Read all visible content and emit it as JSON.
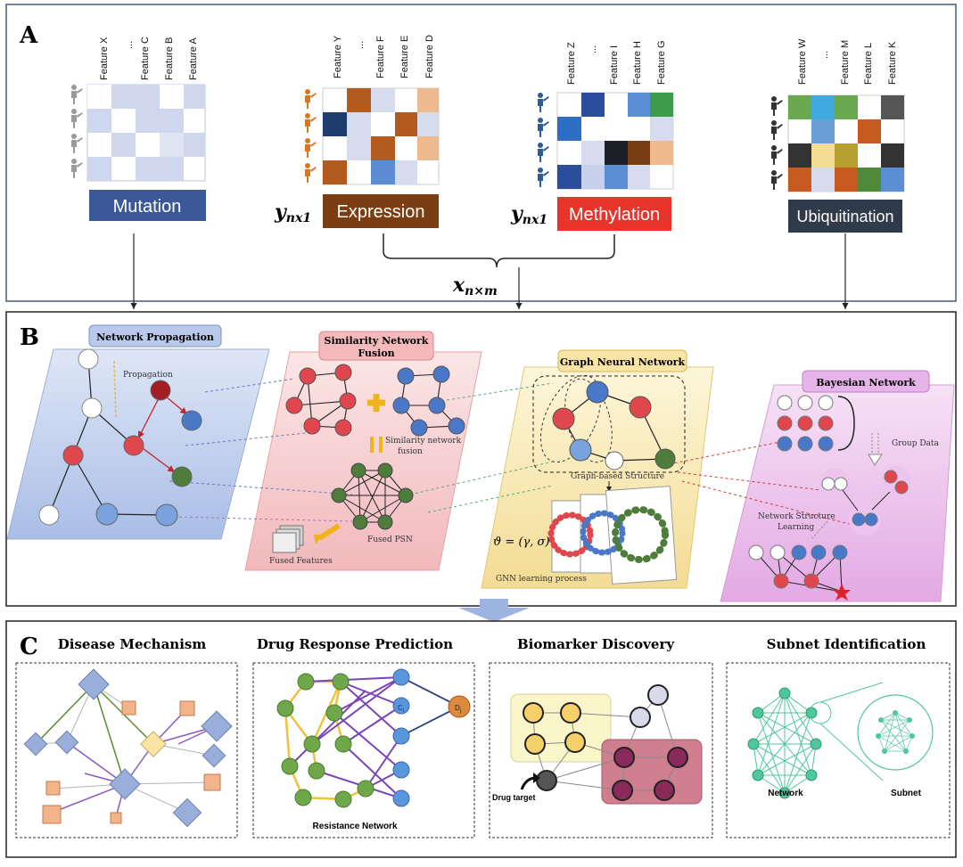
{
  "panel_a": {
    "letter": "A",
    "omics": [
      {
        "name": "Mutation",
        "features": [
          "Feature X",
          "...",
          "Feature C",
          "Feature B",
          "Feature A"
        ],
        "label_color": "#3b5998"
      },
      {
        "name": "Expression",
        "features": [
          "Feature Y",
          "...",
          "Feature F",
          "Feature E",
          "Feature D"
        ],
        "label_color": "#7a3e12",
        "target": "y_nx1"
      },
      {
        "name": "Methylation",
        "features": [
          "Feature Z",
          "...",
          "Feature I",
          "Feature H",
          "Feature G"
        ],
        "label_color": "#e8342b",
        "target": "y_nx1"
      },
      {
        "name": "Ubiquitination",
        "features": [
          "Feature W",
          "...",
          "Feature M",
          "Feature L",
          "Feature K"
        ],
        "label_color": "#2f3a4a"
      }
    ],
    "y_label_1": "y",
    "y_sub_1": "nx1",
    "y_label_2": "y",
    "y_sub_2": "nx1",
    "x_label": "x",
    "x_sub": "n×m"
  },
  "panel_b": {
    "letter": "B",
    "sections": {
      "propagation": {
        "title": "Network Propagation",
        "note": "Propagation"
      },
      "snf": {
        "title_line1": "Similarity Network",
        "title_line2": "Fusion",
        "note_line1": "Similarity network",
        "note_line2": "fusion",
        "fused_psn": "Fused PSN",
        "fused_features": "Fused Features"
      },
      "gnn": {
        "title": "Graph Neural Network",
        "structure": "Graph-based Structure",
        "formula": "ϑ = (γ, σ)",
        "process": "GNN learning process"
      },
      "bayes": {
        "title": "Bayesian Network",
        "group": "Group Data",
        "learning_line1": "Network Structure",
        "learning_line2": "Learning"
      }
    }
  },
  "panel_c": {
    "letter": "C",
    "apps": [
      {
        "title": "Disease Mechanism"
      },
      {
        "title": "Drug Response Prediction",
        "caption": "Resistance Network",
        "node_c": "C",
        "node_c_sub": "i",
        "node_d": "D",
        "node_d_sub": "j"
      },
      {
        "title": "Biomarker Discovery",
        "caption": "Drug target"
      },
      {
        "title": "Subnet Identification",
        "caption_left": "Network",
        "caption_right": "Subnet"
      }
    ]
  },
  "colors": {
    "red": "#e0474c",
    "blue": "#4a78c8",
    "green": "#4e7c3a",
    "frame": "#4a5a78"
  }
}
